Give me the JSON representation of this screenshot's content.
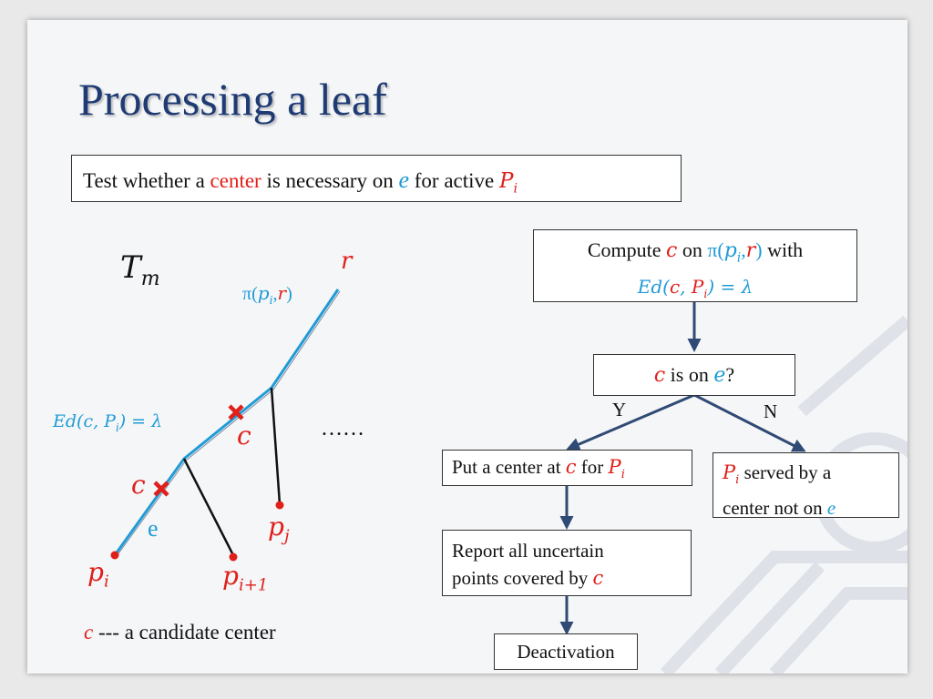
{
  "title": "Processing a leaf",
  "test_box": {
    "pre": "Test whether a ",
    "center": "center",
    "mid": " is necessary on ",
    "edge": "e",
    "post": " for active ",
    "P": "P",
    "sub_i": "i"
  },
  "tree": {
    "Tm": "T",
    "Tm_sub": "m",
    "r": "r",
    "path_pi": "π(",
    "path_p": "p",
    "path_sub_i": "i",
    "path_comma": ",",
    "path_r": "r",
    "path_close": ")",
    "ed_eq": "Ed(c, P",
    "ed_sub": "i",
    "ed_rhs": ") = λ",
    "c_upper": "c",
    "c_lower": "c",
    "e": "e",
    "dots": "……",
    "pi": "p",
    "pi_sub": "i",
    "pi1": "p",
    "pi1_sub": "i+1",
    "pj": "p",
    "pj_sub": "j",
    "legend_c": "c",
    "legend_text": " --- a candidate center"
  },
  "flow": {
    "compute": {
      "pre": "Compute ",
      "c": "c",
      "on": " on ",
      "pi_open": "π(",
      "p": "p",
      "p_sub": "i",
      "comma": ",",
      "r": "r",
      "close": ")",
      "with": " with",
      "ed": "Ed(",
      "ed_c": "c",
      "ed_comma": ", ",
      "ed_P": "P",
      "ed_sub": "i",
      "ed_rhs": ") = λ"
    },
    "decision": {
      "c": "c",
      "mid": " is on ",
      "e": "e",
      "q": "?"
    },
    "yes": "Y",
    "no": "N",
    "put": {
      "pre": "Put a center at ",
      "c": "c",
      "mid": " for ",
      "P": "P",
      "sub": "i"
    },
    "served": {
      "P": "P",
      "sub": "i",
      "line1": " served by a",
      "line2": "center not on ",
      "e": "e"
    },
    "report": {
      "line1": "Report all uncertain",
      "line2": "points covered by ",
      "c": "c"
    },
    "deactivation": "Deactivation"
  },
  "colors": {
    "red": "#e0201b",
    "blue": "#1f9bd6",
    "navy": "#1f3b73",
    "arrow": "#2f4a74"
  }
}
